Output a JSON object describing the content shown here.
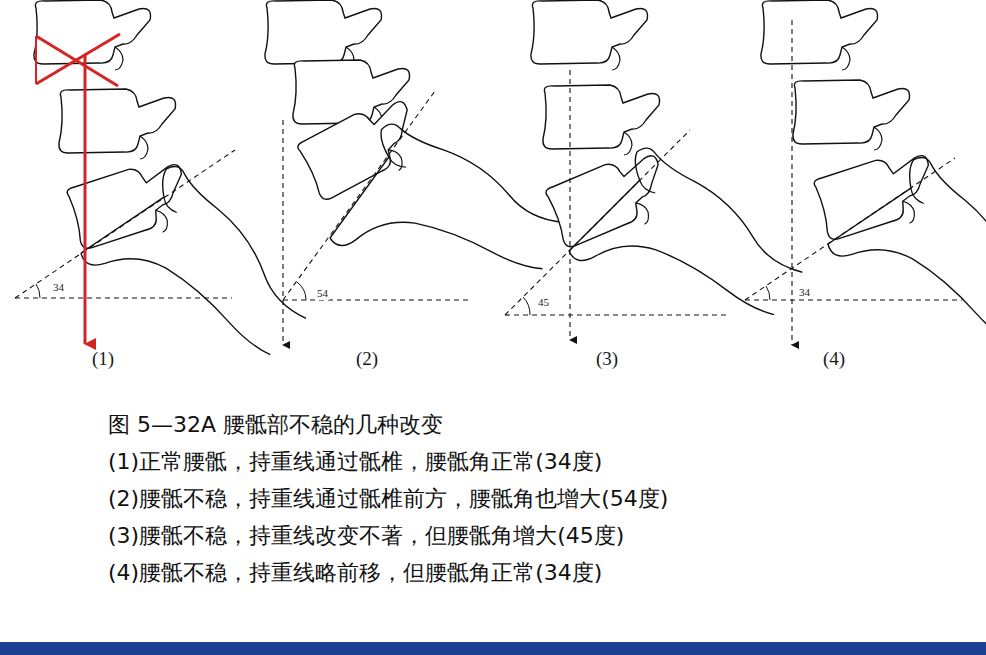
{
  "diagram": {
    "caption": "图 5—32A  腰骶部不稳的几种改变",
    "labels": [
      "34",
      "(1)",
      "54",
      "(2)",
      "45",
      "(3)",
      "34",
      "(4)",
      "(1)正常腰骶，持重线通过骶椎，腰骶角正常(34度)",
      "(2)腰骶不稳，持重线通过骶椎前方，腰骶角也增大(54度)",
      "(3)腰骶不稳，持重线改变不著，但腰骶角增大(45度)",
      "(4)腰骶不稳，持重线略前移，但腰骶角正常(34度)"
    ]
  }
}
